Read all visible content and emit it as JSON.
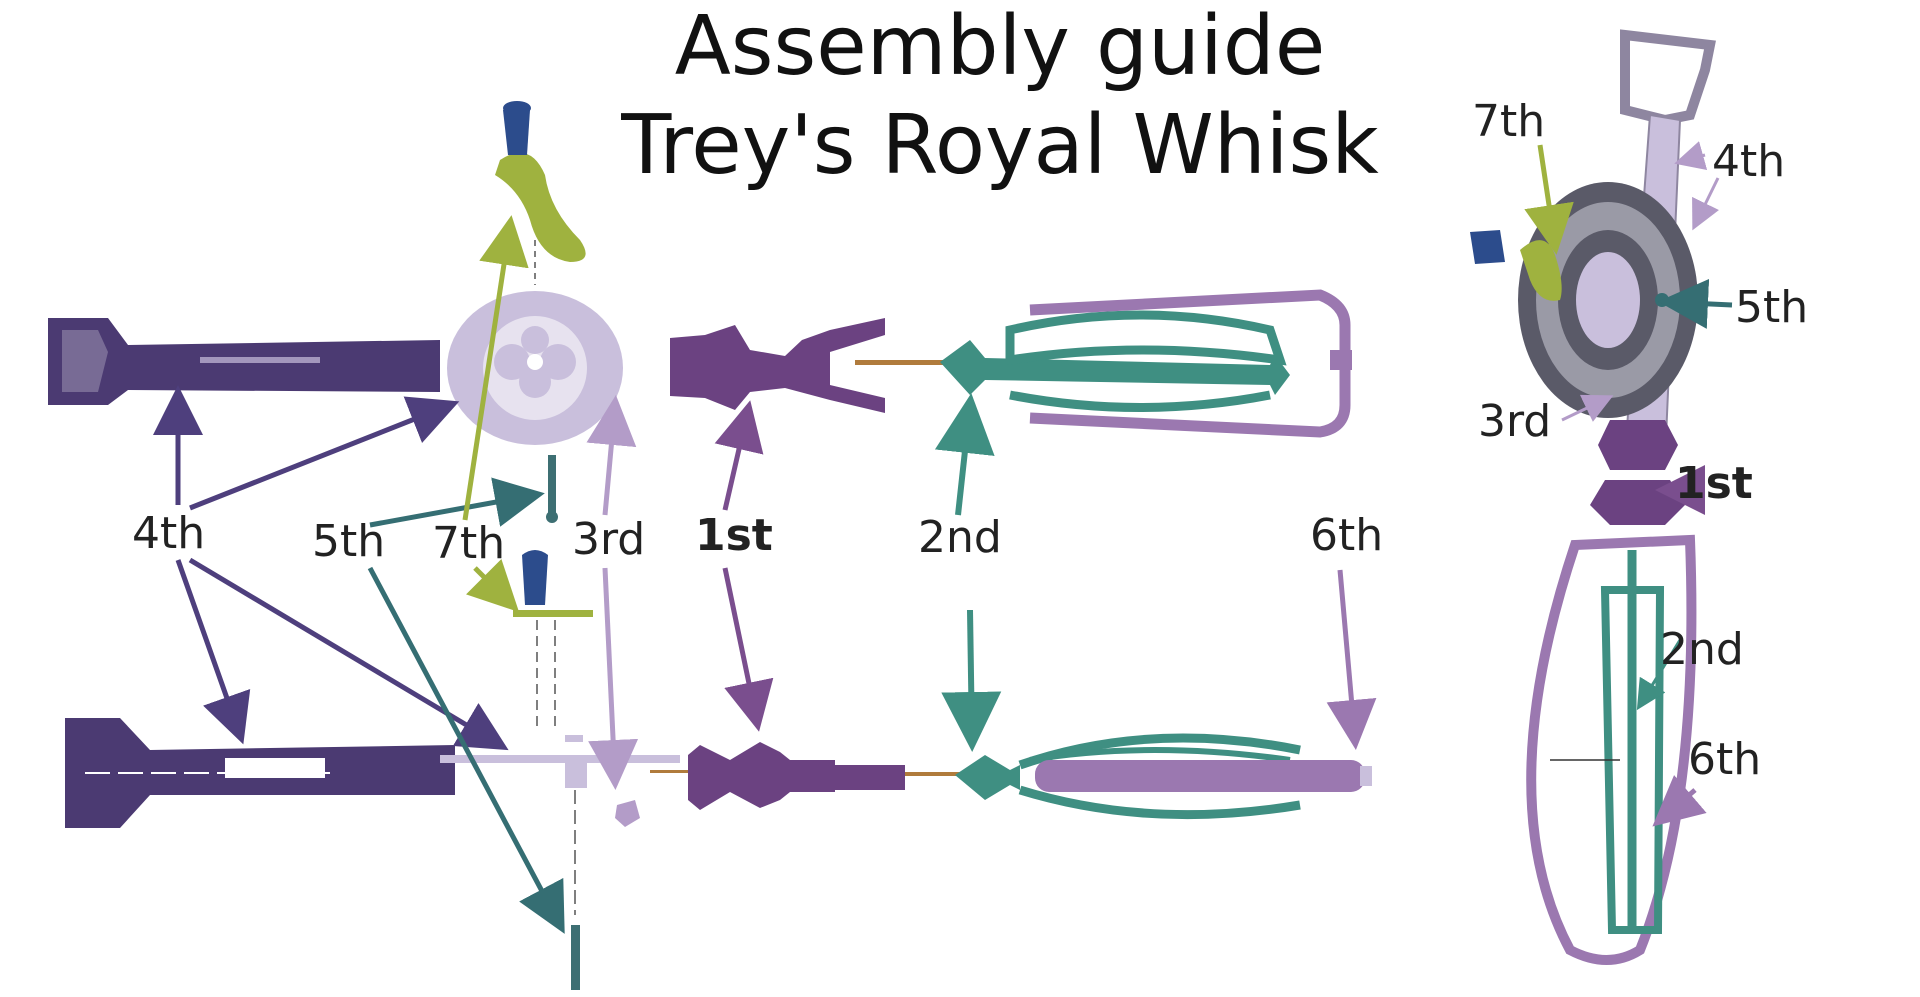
{
  "title": {
    "line1": "Assembly guide",
    "line2": "Trey's Royal Whisk"
  },
  "colors": {
    "handle": "#4b3a72",
    "gear": "#c9bfdc",
    "gear_dark": "#5a5a68",
    "spindle": "#6b4281",
    "whisk": "#3f8f82",
    "cage": "#9b78b0",
    "crank": "#9fb23f",
    "knob": "#2c4c8c",
    "pin": "#3d6f73",
    "rod": "#b07b3c",
    "arrow_4th": "#4e3f7d",
    "arrow_5th": "#356e73",
    "arrow_7th": "#9fb23f",
    "arrow_3rd": "#b39cc8",
    "arrow_1st": "#7a4e8e",
    "arrow_2nd": "#3f8f82",
    "arrow_6th": "#9b78b0"
  },
  "labels": {
    "first": "1st",
    "second": "2nd",
    "third": "3rd",
    "fourth": "4th",
    "fifth": "5th",
    "sixth": "6th",
    "seventh": "7th"
  }
}
